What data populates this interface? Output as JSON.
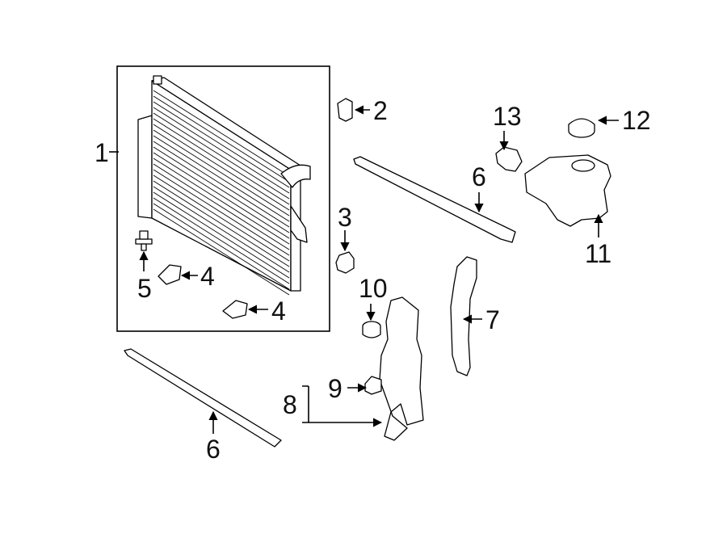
{
  "diagram": {
    "callouts": [
      {
        "id": "c1",
        "label": "1"
      },
      {
        "id": "c2",
        "label": "2"
      },
      {
        "id": "c3",
        "label": "3"
      },
      {
        "id": "c4a",
        "label": "4"
      },
      {
        "id": "c4b",
        "label": "4"
      },
      {
        "id": "c5",
        "label": "5"
      },
      {
        "id": "c6a",
        "label": "6"
      },
      {
        "id": "c6b",
        "label": "6"
      },
      {
        "id": "c7",
        "label": "7"
      },
      {
        "id": "c8",
        "label": "8"
      },
      {
        "id": "c9",
        "label": "9"
      },
      {
        "id": "c10",
        "label": "10"
      },
      {
        "id": "c11",
        "label": "11"
      },
      {
        "id": "c12",
        "label": "12"
      },
      {
        "id": "c13",
        "label": "13"
      }
    ]
  }
}
